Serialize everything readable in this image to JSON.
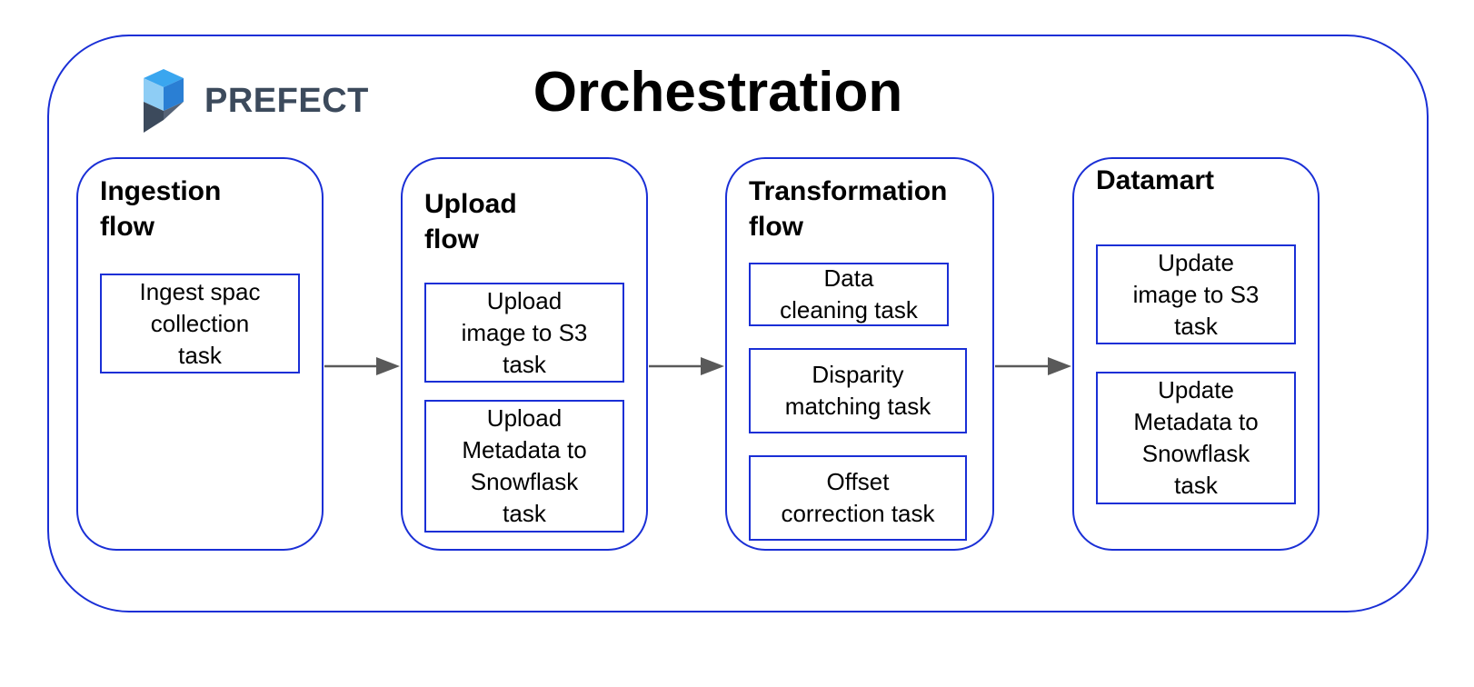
{
  "logo": {
    "text": "PREFECT",
    "colors": {
      "top": "#3aa6ef",
      "mid": "#2a7fd4",
      "body": "#3c4a5c"
    }
  },
  "title": "Orchestration",
  "colors": {
    "border": "#1a2fd6",
    "arrow": "#595959",
    "text": "#000000"
  },
  "flows": [
    {
      "title": "Ingestion\nflow",
      "tasks": [
        "Ingest spac\ncollection\ntask"
      ]
    },
    {
      "title": "Upload\nflow",
      "tasks": [
        "Upload\nimage to S3\ntask",
        "Upload\nMetadata to\nSnowflask\ntask"
      ]
    },
    {
      "title": "Transformation\nflow",
      "tasks": [
        "Data\ncleaning task",
        "Disparity\nmatching task",
        "Offset\ncorrection task"
      ]
    },
    {
      "title": "Datamart",
      "tasks": [
        "Update\nimage to S3\ntask",
        "Update\nMetadata to\nSnowflask\ntask"
      ]
    }
  ]
}
